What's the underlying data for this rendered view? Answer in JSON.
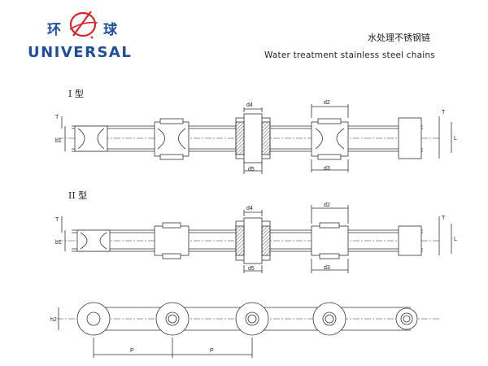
{
  "logo": {
    "cn_left": "环",
    "cn_right": "球",
    "brand": "UNIVERSAL",
    "emblem_icon": "globe-swoosh-icon",
    "color_blue": "#1d4f9c",
    "color_red": "#d7262c"
  },
  "header": {
    "title_cn": "水处理不锈钢链",
    "title_en": "Water treatment stainless steel chains"
  },
  "type1": {
    "label": "I 型",
    "dims": {
      "d4": "d4",
      "d2": "d2",
      "d5": "d5",
      "d3": "d3",
      "T": "T",
      "b1": "b1",
      "L": "L"
    }
  },
  "type2": {
    "label": "II 型",
    "dims": {
      "d4": "d4",
      "d2": "d2",
      "d5": "d5",
      "d3": "d3",
      "T": "T",
      "b1": "b1",
      "L": "L"
    }
  },
  "side_view": {
    "dims": {
      "h2": "h2",
      "P1": "P",
      "P2": "P"
    }
  },
  "colors": {
    "line": "#333333",
    "hatch": "#555555"
  }
}
